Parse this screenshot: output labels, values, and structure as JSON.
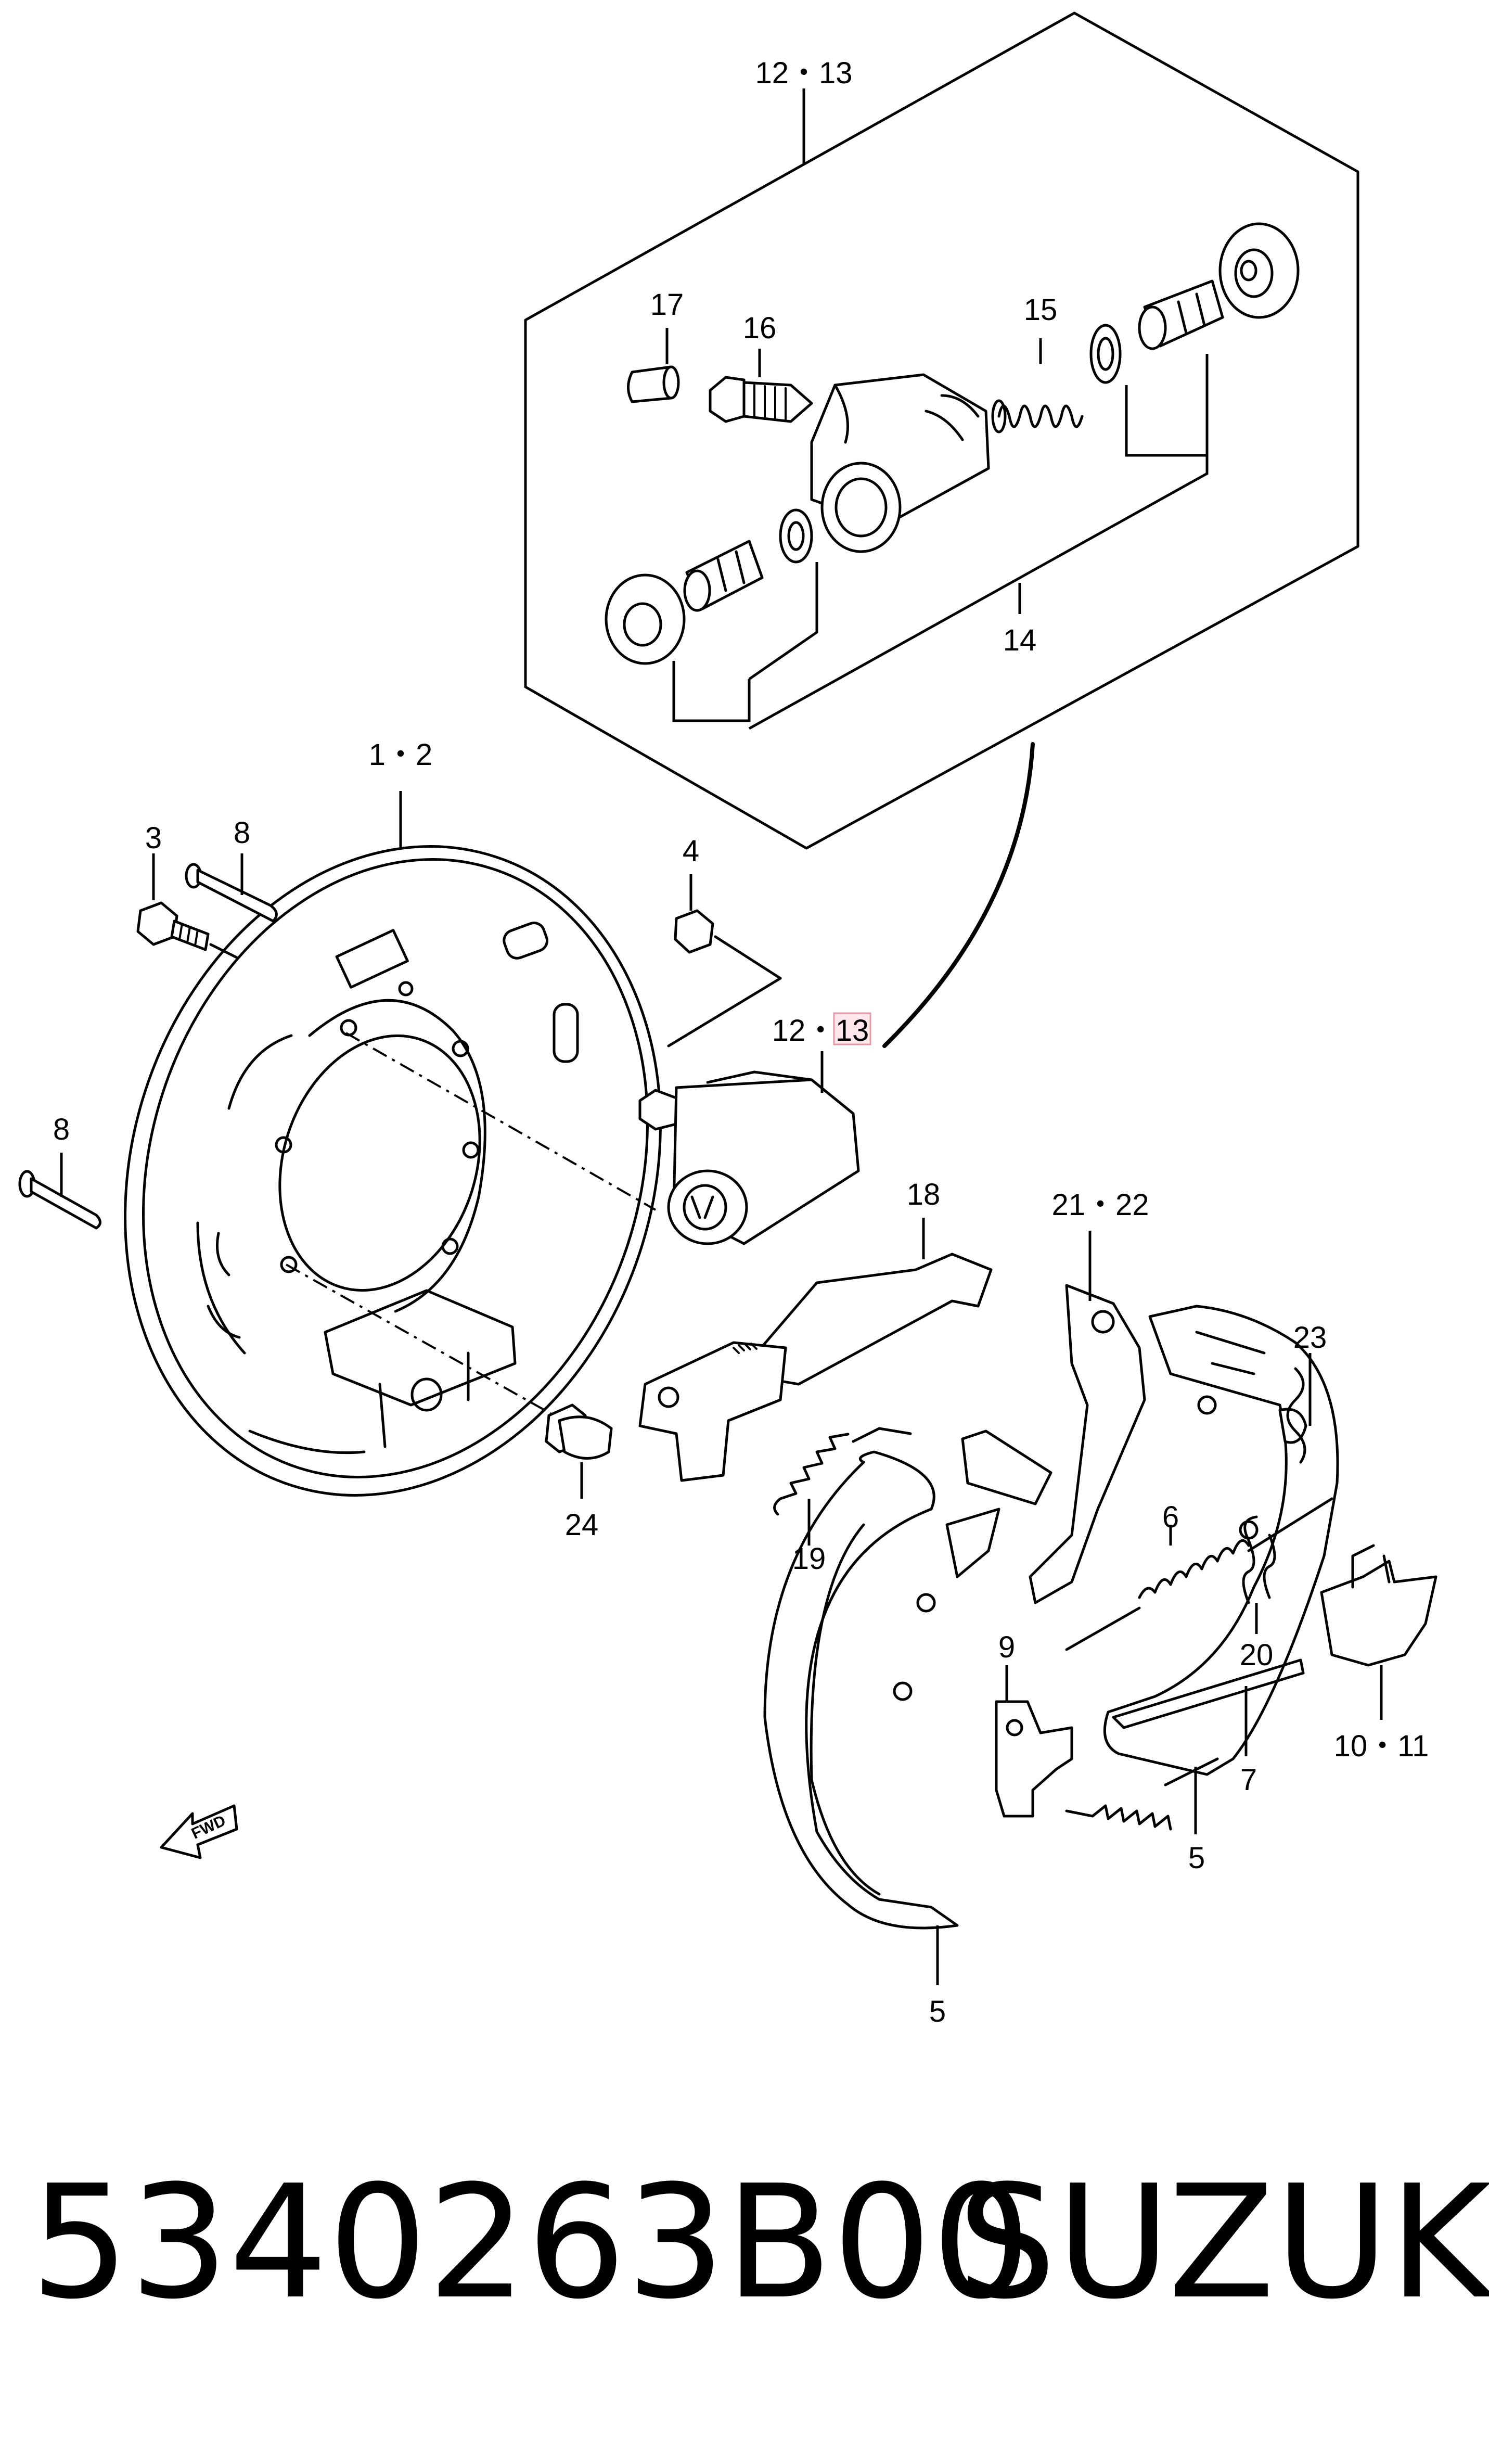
{
  "callouts": {
    "c_12_13_top": "12・13",
    "c_17": "17",
    "c_16": "16",
    "c_15": "15",
    "c_14": "14",
    "c_1_2": "1・2",
    "c_3": "3",
    "c_8_top": "8",
    "c_4": "4",
    "c_12_13_mid_a": "12・",
    "c_12_13_mid_b": "13",
    "c_8_left": "8",
    "c_18": "18",
    "c_21_22": "21・22",
    "c_23": "23",
    "c_24": "24",
    "c_19": "19",
    "c_6": "6",
    "c_9": "9",
    "c_20": "20",
    "c_10_11": "10・11",
    "c_7": "7",
    "c_5_right": "5",
    "c_5_bottom": "5",
    "fwd": "FWD"
  },
  "footer": {
    "part_number": "5340263B00",
    "brand": "SUZUKI"
  },
  "colors": {
    "ink": "#000000",
    "background": "#ffffff",
    "highlight_fill": "#fde7ea",
    "highlight_stroke": "#e79aa6"
  }
}
